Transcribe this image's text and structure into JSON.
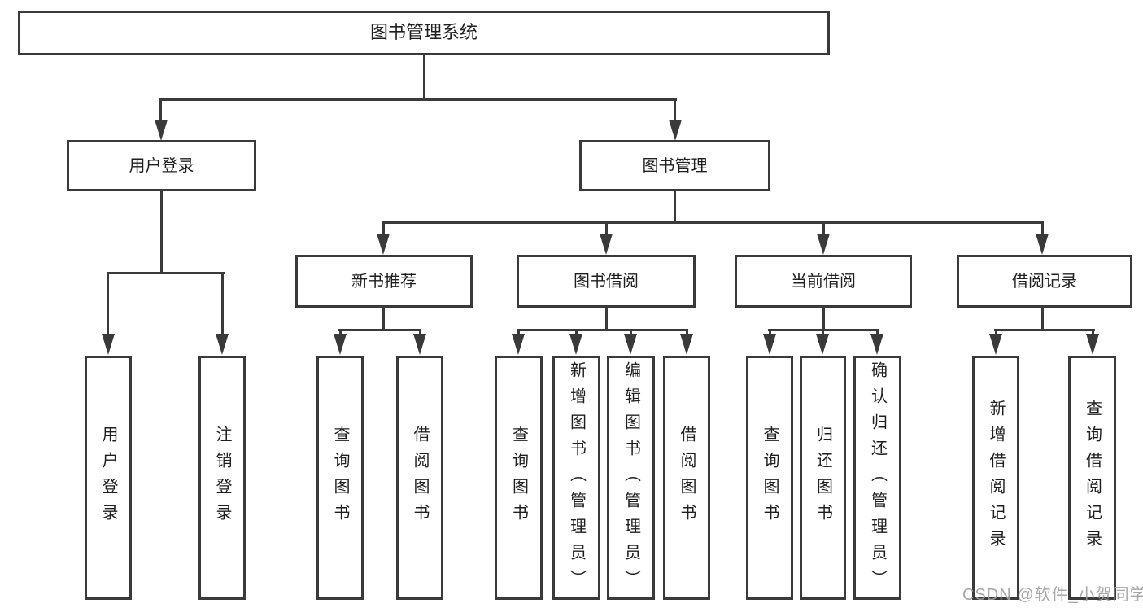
{
  "tree": {
    "label": "图书管理系统",
    "children": [
      {
        "label": "用户登录",
        "children": [
          {
            "label": "用户登录"
          },
          {
            "label": "注销登录"
          }
        ]
      },
      {
        "label": "图书管理",
        "children": [
          {
            "label": "新书推荐",
            "children": [
              {
                "label": "查询图书"
              },
              {
                "label": "借阅图书"
              }
            ]
          },
          {
            "label": "图书借阅",
            "children": [
              {
                "label": "查询图书"
              },
              {
                "label": "新增图书（管理员）"
              },
              {
                "label": "编辑图书（管理员）"
              },
              {
                "label": "借阅图书"
              }
            ]
          },
          {
            "label": "当前借阅",
            "children": [
              {
                "label": "查询图书"
              },
              {
                "label": "归还图书"
              },
              {
                "label": "确认归还（管理员）"
              }
            ]
          },
          {
            "label": "借阅记录",
            "children": [
              {
                "label": "新增借阅记录"
              },
              {
                "label": "查询借阅记录"
              }
            ]
          }
        ]
      }
    ]
  },
  "watermark": {
    "text": "CSDN @软件_小贺同学"
  },
  "colors": {
    "line": "#3a3a3a",
    "text": "#1f1f1f",
    "watermark": "#9f9f9f",
    "bg": "#ffffff"
  }
}
